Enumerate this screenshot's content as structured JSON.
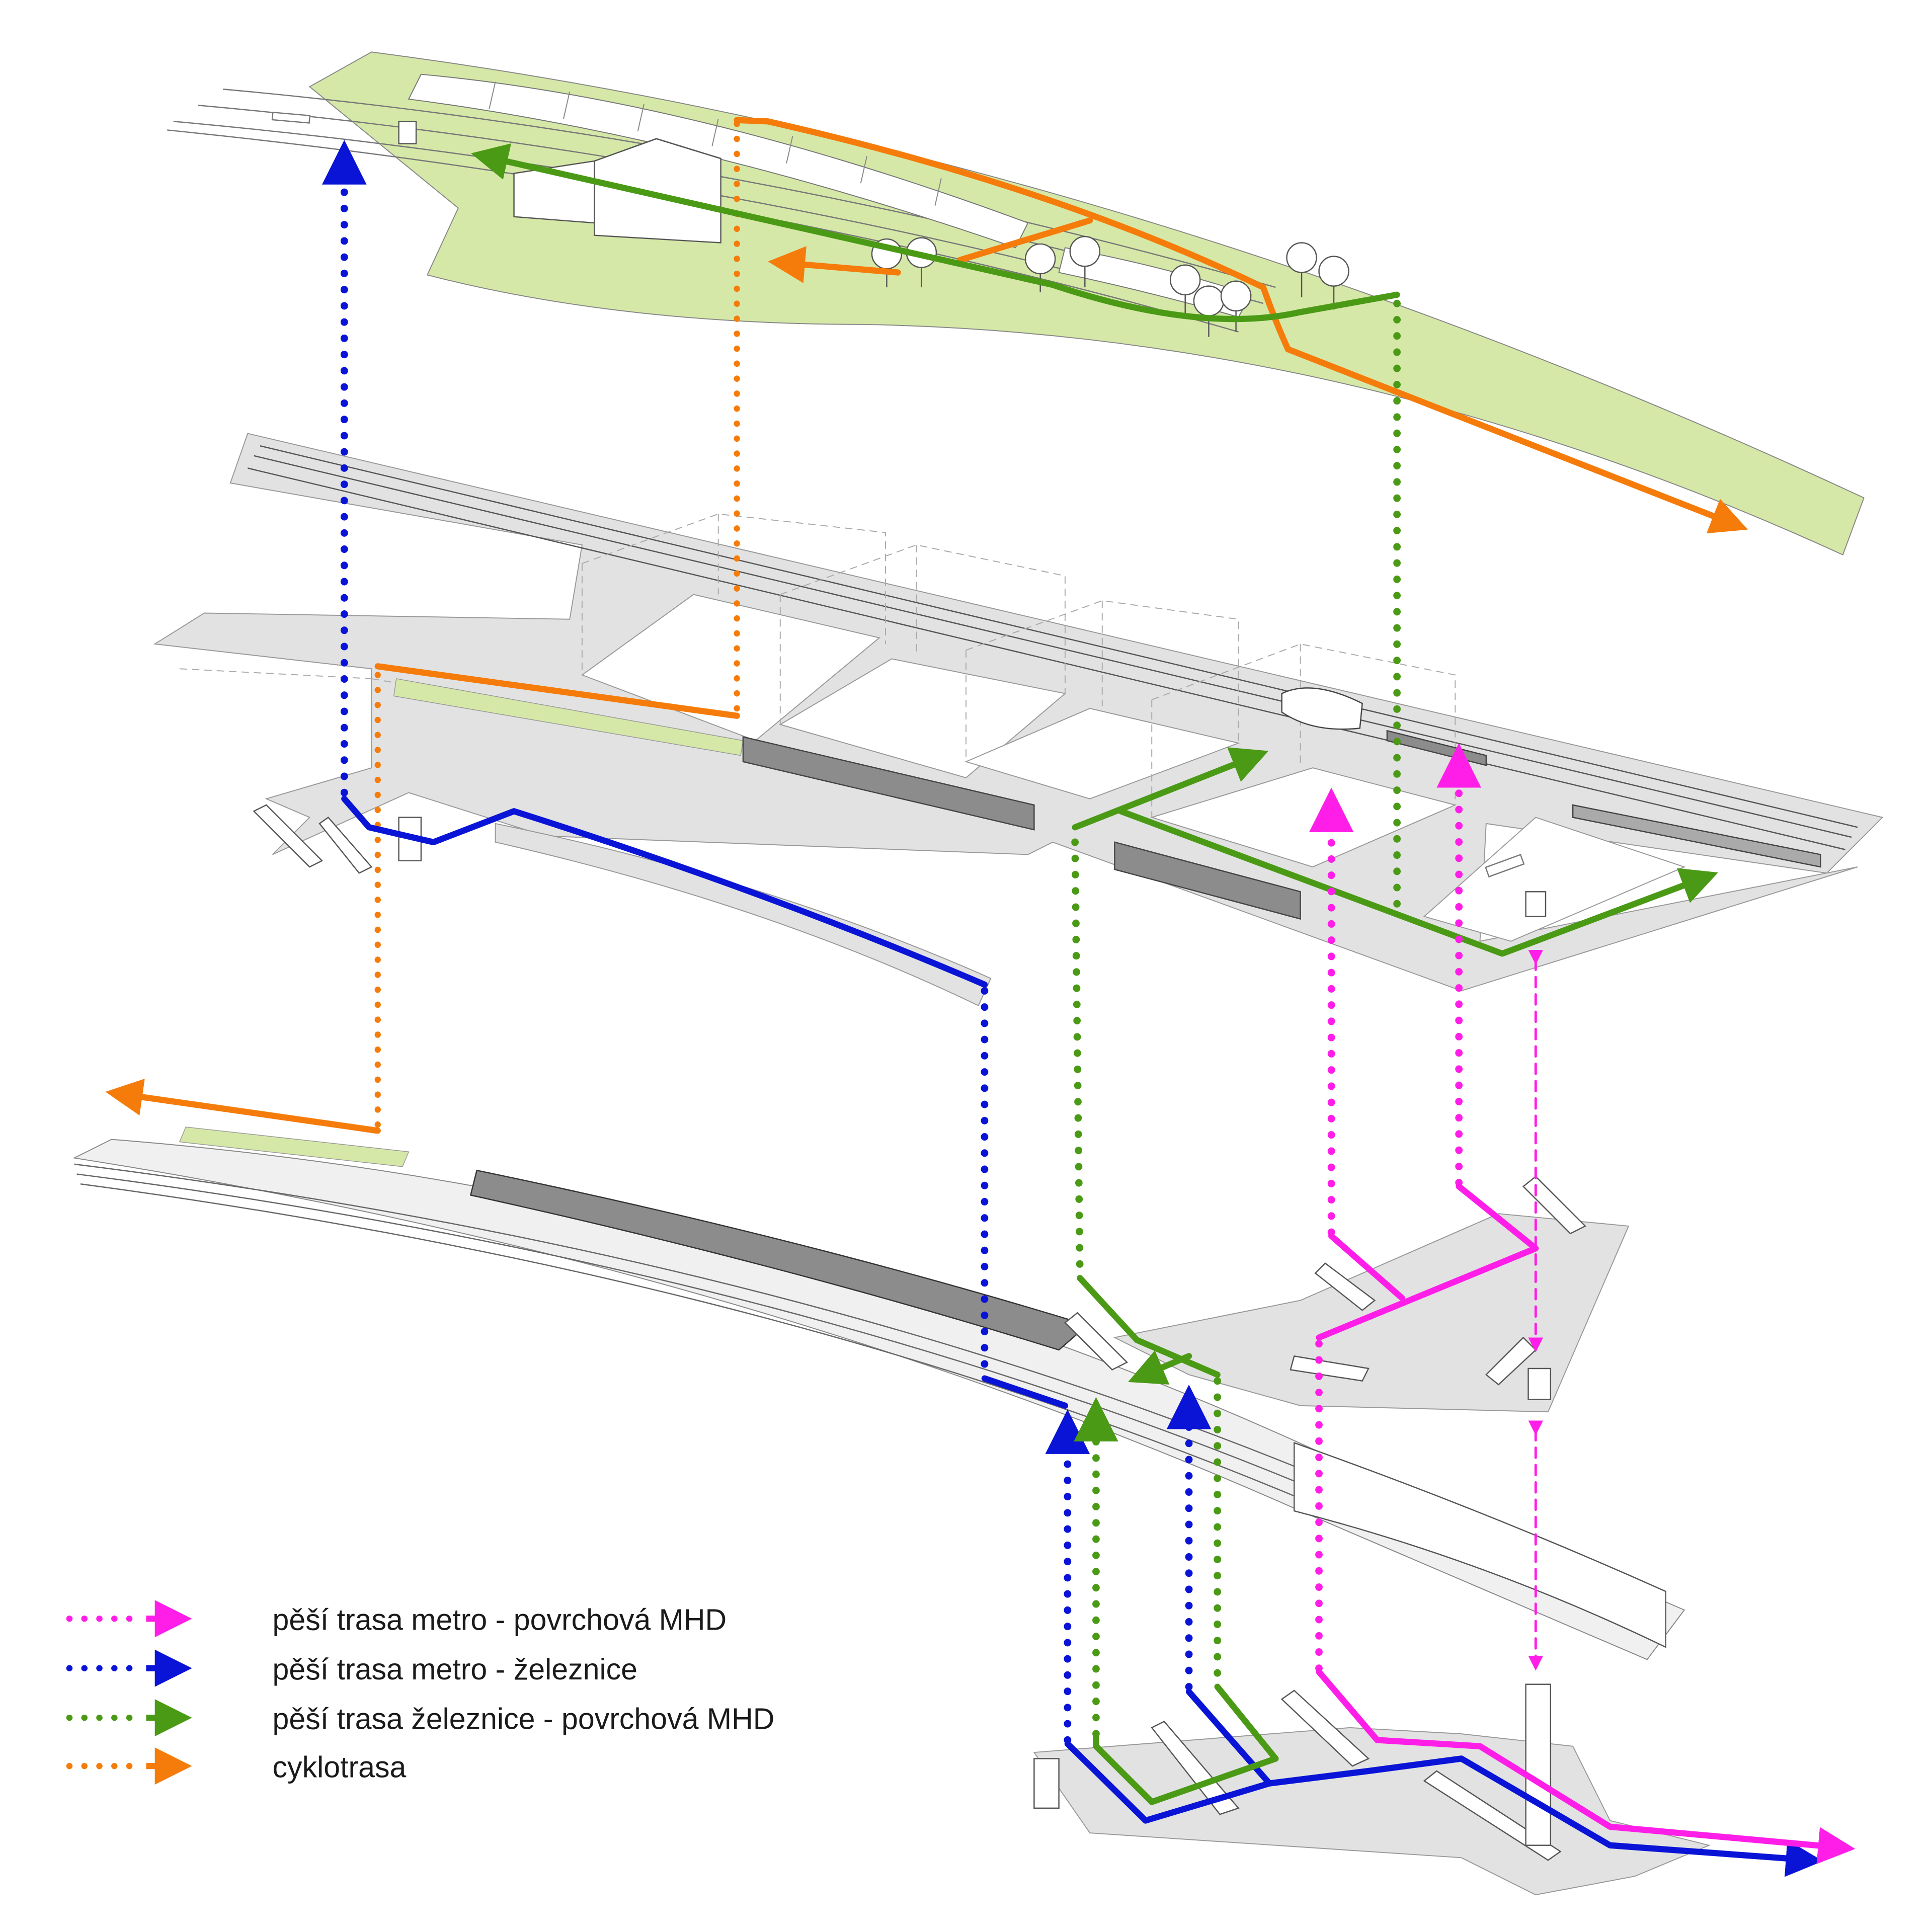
{
  "legend": [
    {
      "key": "metro-mhd",
      "label": "pěší trasa metro - povrchová MHD",
      "color": "#ff1ee8"
    },
    {
      "key": "metro-rail",
      "label": "pěší trasa metro - železnice",
      "color": "#0a14d6"
    },
    {
      "key": "rail-mhd",
      "label": "pěší trasa železnice - povrchová MHD",
      "color": "#4a9a16"
    },
    {
      "key": "bike",
      "label": "cyklotrasa",
      "color": "#f57c0a"
    }
  ],
  "colors": {
    "park": "#d6e8a8",
    "platform": "#e2e2e2",
    "block": "#8c8c8c",
    "outline": "#666666"
  }
}
